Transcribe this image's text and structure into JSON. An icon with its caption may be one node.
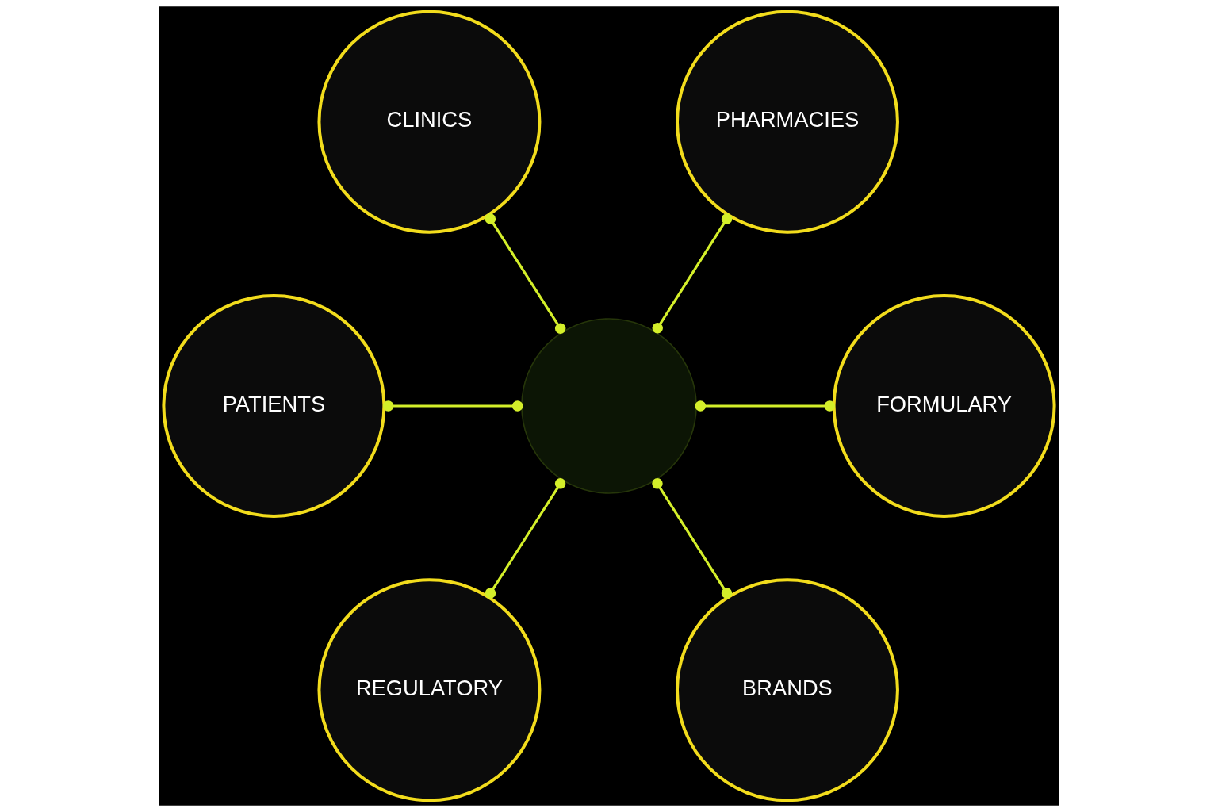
{
  "diagram": {
    "nodes": [
      {
        "text": [
          "CLINICS"
        ]
      },
      {
        "text": [
          "PHARMACIES"
        ]
      },
      {
        "text": [
          "PATIENTS"
        ]
      },
      {
        "text": [],
        "shape": "circle"
      },
      {
        "text": [
          "FORMULARY"
        ]
      },
      {
        "text": [
          "REGULATORY"
        ]
      },
      {
        "text": [
          "BRANDS"
        ]
      }
    ],
    "edges": [
      {
        "from": 0,
        "to": 3,
        "arrow": "other"
      },
      {
        "from": 1,
        "to": 3,
        "arrow": "other"
      },
      {
        "from": 2,
        "to": 3,
        "arrow": "other"
      },
      {
        "from": 3,
        "to": 4,
        "arrow": "other"
      },
      {
        "from": 3,
        "to": 5,
        "arrow": "other"
      },
      {
        "from": 3,
        "to": 6,
        "arrow": "other"
      }
    ]
  }
}
